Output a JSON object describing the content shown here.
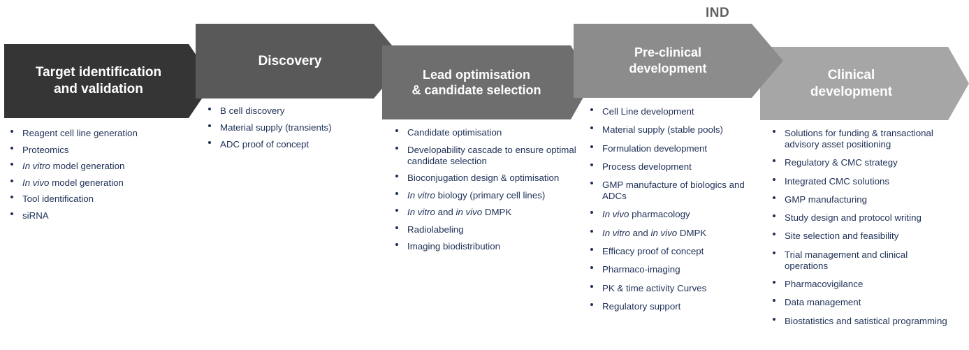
{
  "milestone_label": "IND",
  "stages": [
    {
      "title_line1": "Target identification",
      "title_line2": "and validation",
      "color": "#353535",
      "items": [
        {
          "italic": "",
          "text": "Reagent cell line generation"
        },
        {
          "italic": "",
          "text": "Proteomics"
        },
        {
          "italic": "In vitro",
          "text": " model generation"
        },
        {
          "italic": "In vivo",
          "text": " model generation"
        },
        {
          "italic": "",
          "text": "Tool identification"
        },
        {
          "italic": "",
          "text": "siRNA"
        }
      ]
    },
    {
      "title_line1": "Discovery",
      "title_line2": "",
      "color": "#595959",
      "items": [
        {
          "italic": "",
          "text": "B cell discovery"
        },
        {
          "italic": "",
          "text": "Material supply (transients)"
        },
        {
          "italic": "",
          "text": "ADC proof of concept"
        }
      ]
    },
    {
      "title_line1": "Lead optimisation",
      "title_line2": "& candidate selection",
      "color": "#6e6e6e",
      "items": [
        {
          "italic": "",
          "text": "Candidate optimisation"
        },
        {
          "italic": "",
          "text": "Developability cascade to ensure optimal candidate selection"
        },
        {
          "italic": "",
          "text": "Bioconjugation design & optimisation"
        },
        {
          "italic": "In vitro",
          "text": " biology (primary cell lines)"
        },
        {
          "italic": "In vitro",
          "text": " and ",
          "italic2": "in vivo",
          "text2": " DMPK"
        },
        {
          "italic": "",
          "text": "Radiolabeling"
        },
        {
          "italic": "",
          "text": "Imaging biodistribution"
        }
      ]
    },
    {
      "title_line1": "Pre-clinical",
      "title_line2": "development",
      "color": "#8c8c8c",
      "items": [
        {
          "italic": "",
          "text": "Cell Line development"
        },
        {
          "italic": "",
          "text": "Material supply (stable pools)"
        },
        {
          "italic": "",
          "text": "Formulation development"
        },
        {
          "italic": "",
          "text": "Process development"
        },
        {
          "italic": "",
          "text": "GMP manufacture of biologics and ADCs"
        },
        {
          "italic": "In vivo",
          "text": " pharmacology"
        },
        {
          "italic": "In vitro",
          "text": " and ",
          "italic2": "in vivo",
          "text2": " DMPK"
        },
        {
          "italic": "",
          "text": "Efficacy proof of concept"
        },
        {
          "italic": "",
          "text": "Pharmaco-imaging"
        },
        {
          "italic": "",
          "text": "PK & time activity Curves"
        },
        {
          "italic": "",
          "text": "Regulatory support"
        }
      ]
    },
    {
      "title_line1": "Clinical",
      "title_line2": "development",
      "color": "#a6a6a6",
      "items": [
        {
          "italic": "",
          "text": "Solutions for funding & transactional advisory asset positioning"
        },
        {
          "italic": "",
          "text": "Regulatory & CMC strategy"
        },
        {
          "italic": "",
          "text": "Integrated CMC solutions"
        },
        {
          "italic": "",
          "text": "GMP manufacturing"
        },
        {
          "italic": "",
          "text": "Study design and protocol writing"
        },
        {
          "italic": "",
          "text": "Site selection and feasibility"
        },
        {
          "italic": "",
          "text": "Trial management and clinical operations"
        },
        {
          "italic": "",
          "text": "Pharmacovigilance"
        },
        {
          "italic": "",
          "text": "Data management"
        },
        {
          "italic": "",
          "text": "Biostatistics and satistical programming"
        }
      ]
    }
  ]
}
